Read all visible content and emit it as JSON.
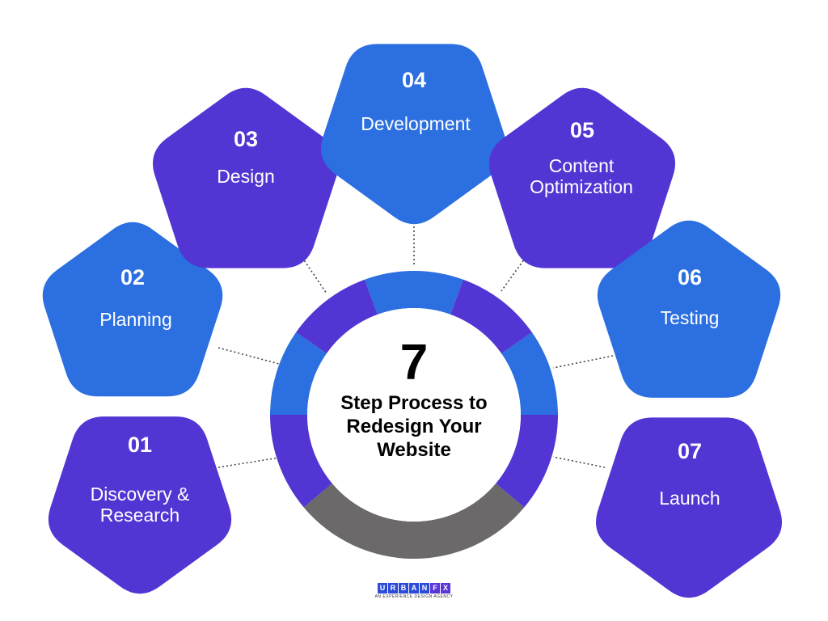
{
  "colors": {
    "purple": "#5235d3",
    "blue": "#2b6fe0",
    "gray": "#6b6969",
    "dots": "#444444"
  },
  "center": {
    "number": "7",
    "line1": "Step Process to",
    "line2": "Redesign Your",
    "line3": "Website"
  },
  "steps": [
    {
      "number": "01",
      "label_lines": [
        "Discovery &",
        "Research"
      ],
      "color": "purple"
    },
    {
      "number": "02",
      "label_lines": [
        "Planning"
      ],
      "color": "blue"
    },
    {
      "number": "03",
      "label_lines": [
        "Design"
      ],
      "color": "purple"
    },
    {
      "number": "04",
      "label_lines": [
        "Development"
      ],
      "color": "blue"
    },
    {
      "number": "05",
      "label_lines": [
        "Content",
        "Optimization"
      ],
      "color": "purple"
    },
    {
      "number": "06",
      "label_lines": [
        "Testing"
      ],
      "color": "blue"
    },
    {
      "number": "07",
      "label_lines": [
        "Launch"
      ],
      "color": "purple"
    }
  ],
  "logo": {
    "letters": [
      "U",
      "R",
      "B",
      "A",
      "N",
      "F",
      "X"
    ],
    "tagline": "AN EXPERIENCE DESIGN AGENCY"
  }
}
